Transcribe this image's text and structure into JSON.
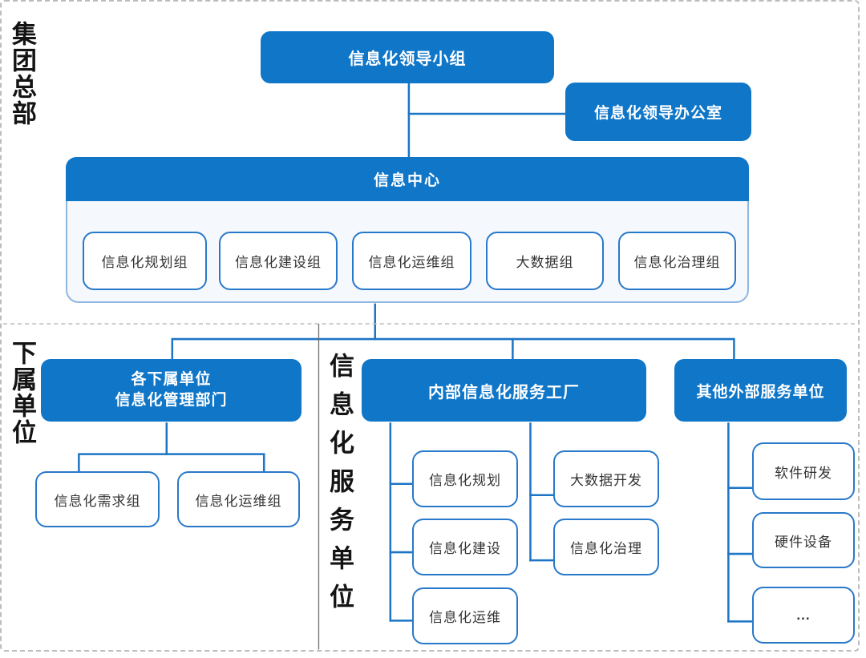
{
  "colors": {
    "primary_blue": "#0F76C8",
    "box_border_blue": "#2979CA",
    "connector_blue": "#1C75C5",
    "container_fill": "#F5F8FC",
    "container_border": "#8FB8E0",
    "text_dark": "#333333",
    "divider_gray": "#BDBDBD"
  },
  "sections": {
    "headquarters": {
      "label": "集团总部",
      "leadership_group": "信息化领导小组",
      "leadership_office": "信息化领导办公室",
      "info_center": {
        "title": "信息中心",
        "teams": [
          "信息化规划组",
          "信息化建设组",
          "信息化运维组",
          "大数据组",
          "信息化治理组"
        ]
      }
    },
    "subordinate_units": {
      "label": "下属单位",
      "dept_line1": "各下属单位",
      "dept_line2": "信息化管理部门",
      "teams": [
        "信息化需求组",
        "信息化运维组"
      ]
    },
    "service_units": {
      "label": "信息化服务单位",
      "internal_factory": {
        "title": "内部信息化服务工厂",
        "col1": [
          "信息化规划",
          "信息化建设",
          "信息化运维"
        ],
        "col2": [
          "大数据开发",
          "信息化治理"
        ]
      },
      "external": {
        "title": "其他外部服务单位",
        "items": [
          "软件研发",
          "硬件设备",
          "..."
        ]
      }
    }
  }
}
